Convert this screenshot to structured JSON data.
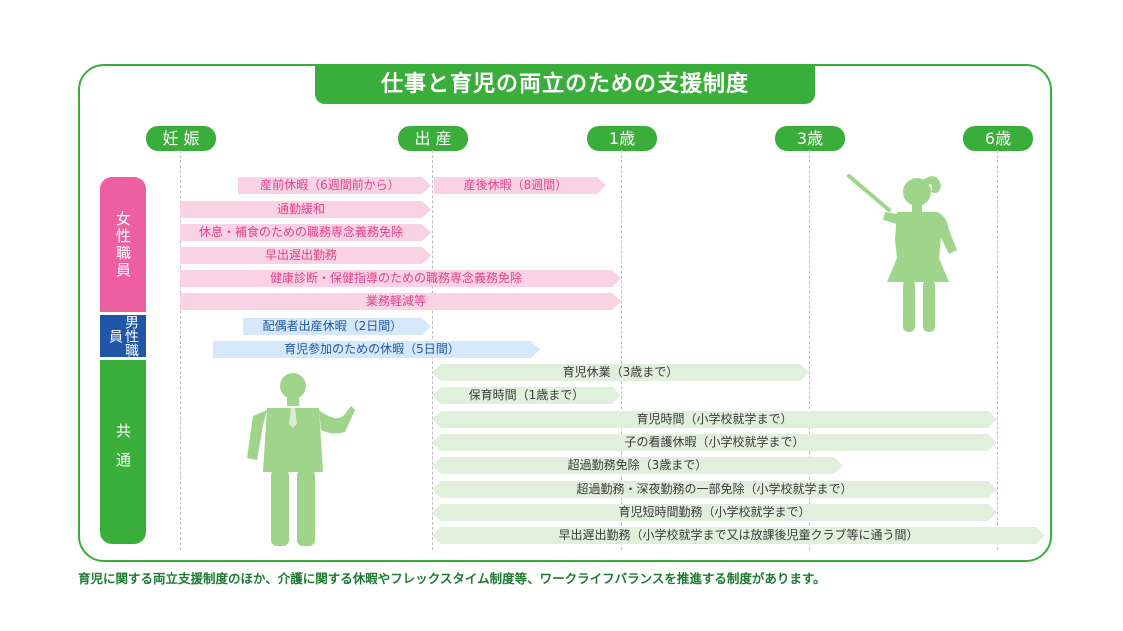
{
  "title": "仕事と育児の両立のための支援制度",
  "timeline": {
    "pregnancy": "妊 娠",
    "birth": "出 産",
    "age1": "1歳",
    "age3": "3歳",
    "age6": "6歳"
  },
  "categories": {
    "female": "女性職員",
    "male": "男性職員",
    "common": "共通"
  },
  "female_items": [
    "産前休暇（6週間前から）",
    "産後休暇（8週間）",
    "通勤緩和",
    "休息・補食のための職務専念義務免除",
    "早出遅出勤務",
    "健康診断・保健指導のための職務専念義務免除",
    "業務軽減等"
  ],
  "male_items": [
    "配偶者出産休暇（2日間）",
    "育児参加のための休暇（5日間）"
  ],
  "common_items": [
    "育児休業（3歳まで）",
    "保育時間（1歳まで）",
    "育児時間（小学校就学まで）",
    "子の看護休暇（小学校就学まで）",
    "超過勤務免除（3歳まで）",
    "超過勤務・深夜勤務の一部免除（小学校就学まで）",
    "育児短時間勤務（小学校就学まで）",
    "早出遅出勤務（小学校就学まで又は放課後児童クラブ等に通う間）"
  ],
  "footnote": "育児に関する両立支援制度のほか、介護に関する休暇やフレックスタイム制度等、ワークライフバランスを推進する制度があります。",
  "colors": {
    "green": "#3aae3a",
    "pink": "#ec5fa0",
    "navy": "#1f57a6",
    "figure_green": "#9fd48b"
  },
  "icons": {
    "woman": "woman-teacher-figure",
    "man": "man-waving-figure"
  }
}
